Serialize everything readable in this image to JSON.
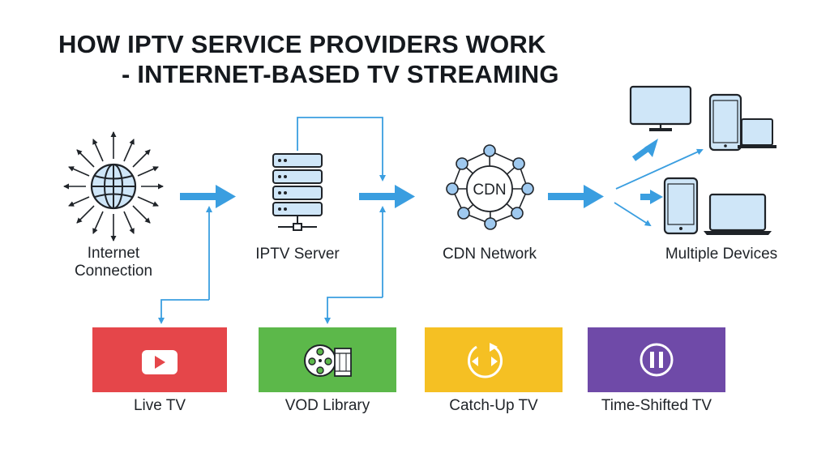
{
  "title": {
    "line1": "HOW IPTV SERVICE PROVIDERS WORK",
    "line2": "- INTERNET-BASED TV STREAMING"
  },
  "nodes": {
    "internet": {
      "label_line1": "Internet",
      "label_line2": "Connection",
      "icon": "globe-icon"
    },
    "server": {
      "label": "IPTV Server",
      "icon": "server-rack-icon"
    },
    "cdn": {
      "label": "CDN Network",
      "badge": "CDN",
      "icon": "network-nodes-icon"
    },
    "devices": {
      "label": "Multiple Devices",
      "icons": [
        "monitor-icon",
        "tablet-icon",
        "laptop-icon",
        "phone-icon",
        "laptop-icon"
      ]
    }
  },
  "services": [
    {
      "label": "Live TV",
      "color": "#e5464a",
      "icon": "play-button-icon"
    },
    {
      "label": "VOD Library",
      "color": "#5cb84a",
      "icon": "film-reel-icon"
    },
    {
      "label": "Catch-Up TV",
      "color": "#f5c023",
      "icon": "rewind-forward-icon"
    },
    {
      "label": "Time-Shifted TV",
      "color": "#6f4aa8",
      "icon": "pause-icon"
    }
  ],
  "colors": {
    "arrow": "#3a9ee0",
    "device_fill": "#cfe6f8",
    "line": "#1f2328"
  }
}
